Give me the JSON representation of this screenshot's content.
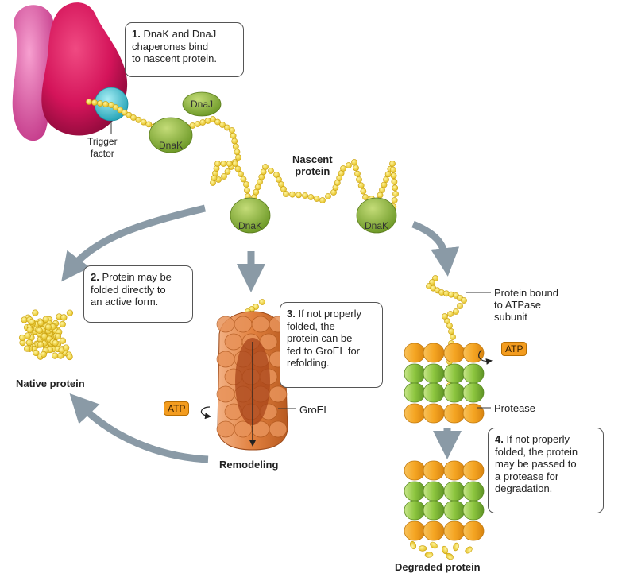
{
  "labels": {
    "trigger_factor": "Trigger\nfactor",
    "dnaj": "DnaJ",
    "dnak": "DnaK",
    "nascent_protein": "Nascent\nprotein",
    "native_protein": "Native protein",
    "remodeling": "Remodeling",
    "groel": "GroEL",
    "protein_bound": "Protein bound\nto ATPase\nsubunit",
    "protease": "Protease",
    "degraded_protein": "Degraded protein",
    "atp": "ATP"
  },
  "callouts": {
    "step1_num": "1.",
    "step1_text": "DnaK and DnaJ\nchaperones bind\nto nascent protein.",
    "step2_num": "2.",
    "step2_text": "Protein may be\nfolded directly to\nan active form.",
    "step3_num": "3.",
    "step3_text": "If not properly\nfolded, the\nprotein can be\nfed to GroEL for\nrefolding.",
    "step4_num": "4.",
    "step4_text": "If not properly\nfolded, the protein\nmay be passed to\na protease for\ndegradation."
  },
  "colors": {
    "ribosome_large": "#d4145a",
    "ribosome_small": "#e85aa8",
    "trigger_factor": "#3cc6d8",
    "chaperone_green": "#8fb83c",
    "bead_yellow": "#f5dc3c",
    "groel_orange": "#d9722a",
    "protease_orange": "#f5a623",
    "protease_green": "#8dc63f",
    "arrow_gray": "#8a9aa6",
    "atp_orange": "#f39c1f"
  }
}
